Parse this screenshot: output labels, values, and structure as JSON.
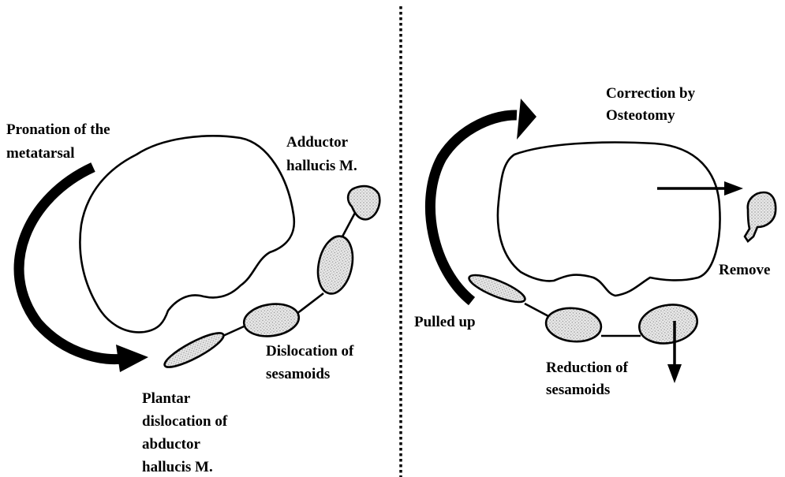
{
  "left_panel": {
    "pronation_line1": "Pronation of the",
    "pronation_line2": "metatarsal",
    "adductor_line1": "Adductor",
    "adductor_line2": "hallucis M.",
    "dislocation_line1": "Dislocation of",
    "dislocation_line2": "sesamoids",
    "plantar_line1": "Plantar",
    "plantar_line2": "dislocation of",
    "plantar_line3": "abductor",
    "plantar_line4": "hallucis M."
  },
  "right_panel": {
    "correction_line1": "Correction by",
    "correction_line2": "Osteotomy",
    "remove": "Remove",
    "pulled_up": "Pulled up",
    "reduction_line1": "Reduction of",
    "reduction_line2": "sesamoids"
  }
}
